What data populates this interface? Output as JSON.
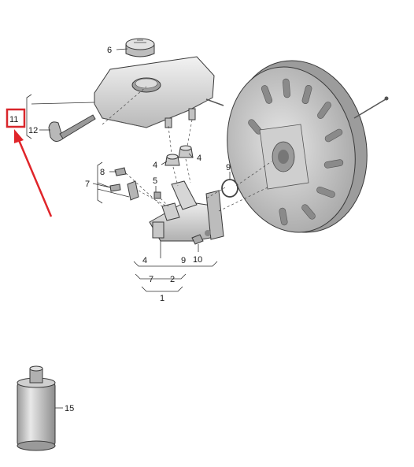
{
  "diagram": {
    "callouts": {
      "c1": "1",
      "c2": "2",
      "c4a": "4",
      "c4b": "4",
      "c4c": "4",
      "c5": "5",
      "c6": "6",
      "c7a": "7",
      "c7b": "7",
      "c8": "8",
      "c9a": "9",
      "c9b": "9",
      "c10": "10",
      "c11": "11",
      "c12": "12",
      "c15": "15"
    },
    "highlight": {
      "label": "11",
      "box_color": "#d9262b",
      "arrow_color": "#e0252a"
    }
  }
}
